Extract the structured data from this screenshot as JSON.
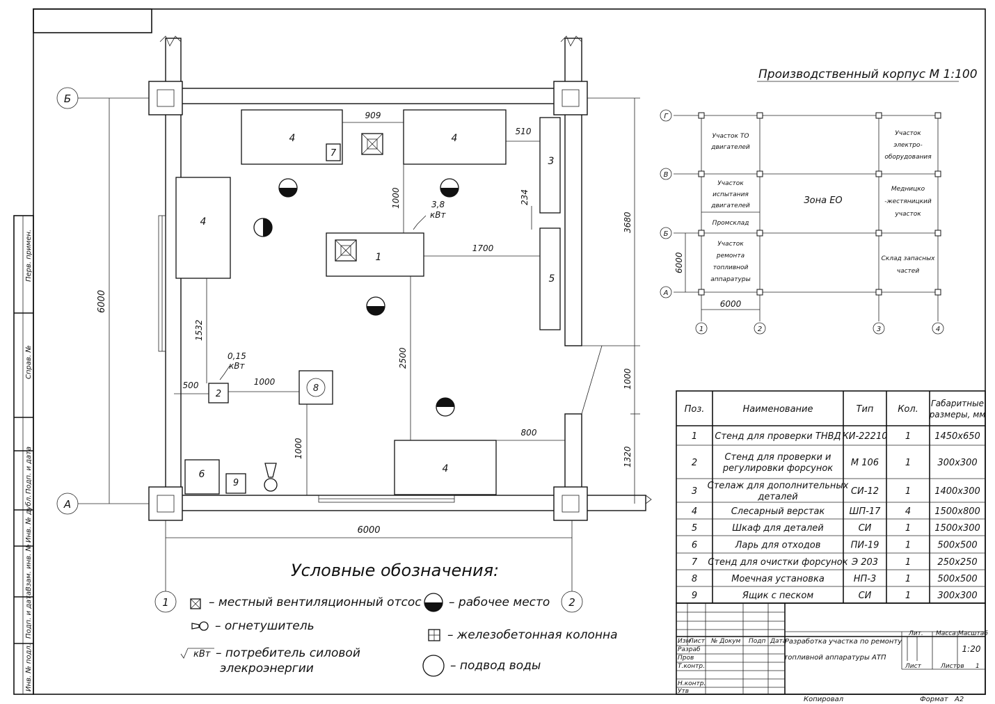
{
  "axes_main": {
    "a": "А",
    "b": "Б",
    "one": "1",
    "two": "2"
  },
  "dims": {
    "d909": "909",
    "d510": "510",
    "d1000a": "1000",
    "d234": "234",
    "d1700": "1700",
    "d1532": "1532",
    "d500": "500",
    "d1000b": "1000",
    "d2500": "2500",
    "d1000c": "1000",
    "d800": "800",
    "d6000v": "6000",
    "d6000h": "6000",
    "d3680": "3680",
    "d1000r": "1000",
    "d1320": "1320"
  },
  "power": {
    "p1_value": "3,8",
    "p1_unit": "кВт",
    "p2_value": "0,15",
    "p2_unit": "кВт"
  },
  "equipment_labels": {
    "e4a": "4",
    "e7": "7",
    "e4b": "4",
    "e3": "3",
    "e4c": "4",
    "e1": "1",
    "e5": "5",
    "e2": "2",
    "e8": "8",
    "e4d": "4",
    "e6": "6",
    "e9": "9"
  },
  "legend": {
    "title": "Условные обозначения:",
    "vent": "– местный вентиляционный отсос",
    "extinguisher": "– огнетушитель",
    "power_symbol": "кВт",
    "power_line1": "– потребитель силовой",
    "power_line2": "элекроэнергии",
    "workplace": "– рабочее место",
    "column": "– железобетонная колонна",
    "water": "– подвод воды"
  },
  "plan": {
    "title": "Производственный корпус М 1:100",
    "rows": [
      "Г",
      "В",
      "Б",
      "А"
    ],
    "cols": [
      "1",
      "2",
      "3",
      "4"
    ],
    "dim_v": "6000",
    "dim_h": "6000",
    "zone_center": "Зона ЕО",
    "z1": [
      "Участок ТО",
      "двигателей"
    ],
    "z2": [
      "Участок",
      "испытания",
      "двигателей"
    ],
    "z3": "Промсклад",
    "z4": [
      "Участок",
      "ремонта",
      "топливной",
      "аппаратуры"
    ],
    "z5": [
      "Участок",
      "электро-",
      "оборудования"
    ],
    "z6": [
      "Медницко",
      "-жестяницкий",
      "участок"
    ],
    "z7": [
      "Склад запасных",
      "частей"
    ]
  },
  "table": {
    "headers": [
      "Поз.",
      "Наименование",
      "Тип",
      "Кол.",
      "Габаритные размеры, мм"
    ],
    "rows": [
      [
        "1",
        "Стенд для проверки ТНВД",
        "КИ-22210",
        "1",
        "1450х650"
      ],
      [
        "2",
        "Стенд для проверки и регулировки форсунок",
        "М 106",
        "1",
        "300х300"
      ],
      [
        "3",
        "Стелаж для дополнительных деталей",
        "СИ-12",
        "1",
        "1400х300"
      ],
      [
        "4",
        "Слесарный верстак",
        "ШП-17",
        "4",
        "1500х800"
      ],
      [
        "5",
        "Шкаф для деталей",
        "СИ",
        "1",
        "1500х300"
      ],
      [
        "6",
        "Ларь для отходов",
        "ПИ-19",
        "1",
        "500х500"
      ],
      [
        "7",
        "Стенд для очистки форсунок",
        "Э 203",
        "1",
        "250х250"
      ],
      [
        "8",
        "Моечная установка",
        "НП-3",
        "1",
        "500х500"
      ],
      [
        "9",
        "Ящик с песком",
        "СИ",
        "1",
        "300х300"
      ]
    ]
  },
  "stamp": {
    "izm": "Изм",
    "list": "Лист",
    "ndoc": "№ Докум",
    "podp": "Подп",
    "data": "Дата",
    "razrab": "Разраб",
    "prov": "Пров",
    "tkontr": "Т.контр.",
    "nkontr": "Н.контр.",
    "utv": "Утв",
    "title1": "Разработка участка по ремонту",
    "title2": "топливной аппаратуры АТП",
    "lit": "Лит.",
    "massa": "Масса",
    "masshtab": "Масштаб",
    "scale": "1:20",
    "list2": "Лист",
    "listov": "Листов",
    "listov_n": "1",
    "kopiroval": "Копировал",
    "format": "Формат",
    "format_v": "А2"
  },
  "side_stamp": [
    "Перв. примен.",
    "Справ. №",
    "Подп. и дата",
    "Инв. № дубл.",
    "Взам. инв. №",
    "Подп. и дата",
    "Инв. № подл."
  ]
}
